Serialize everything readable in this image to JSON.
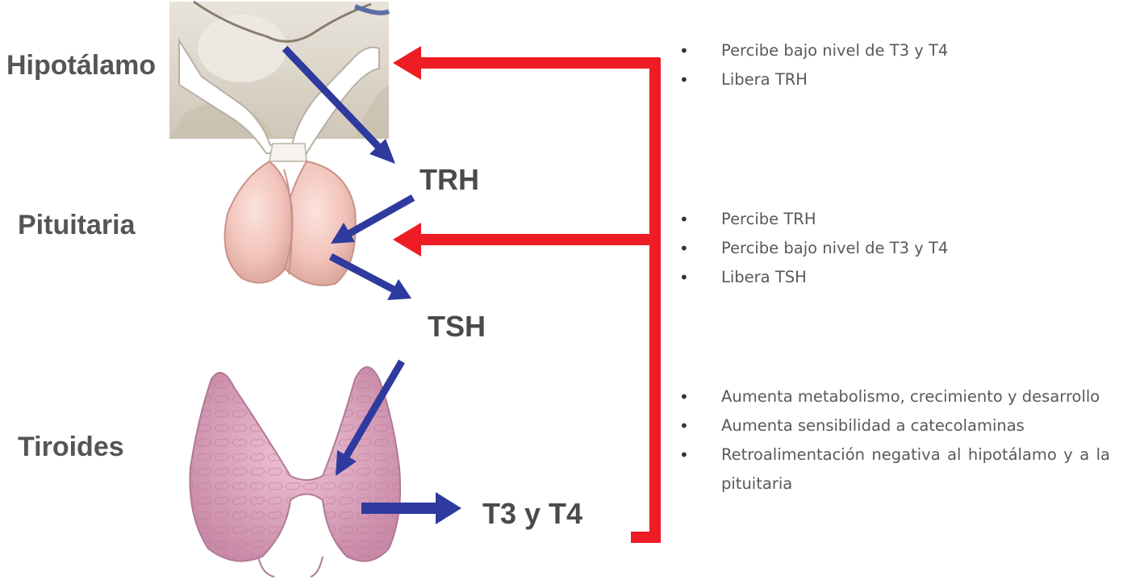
{
  "labels": {
    "hypothalamus": "Hipotálamo",
    "pituitary": "Pituitaria",
    "thyroid": "Tiroides"
  },
  "hormones": {
    "trh": "TRH",
    "tsh": "TSH",
    "t3t4": "T3 y T4"
  },
  "notes": {
    "hypothalamus": [
      "Percibe bajo nivel de T3 y T4",
      "Libera TRH"
    ],
    "pituitary": [
      "Percibe TRH",
      "Percibe bajo nivel de T3 y T4",
      "Libera TSH"
    ],
    "thyroid": [
      "Aumenta metabolismo, crecimiento y desarrollo",
      "Aumenta sensibilidad a catecolaminas",
      "Retroalimentación negativa al hipotálamo y a la pituitaria"
    ]
  },
  "colors": {
    "stimulus_arrow": "#2e3a9e",
    "feedback_arrow": "#ee1c25",
    "label_text": "#555555"
  }
}
